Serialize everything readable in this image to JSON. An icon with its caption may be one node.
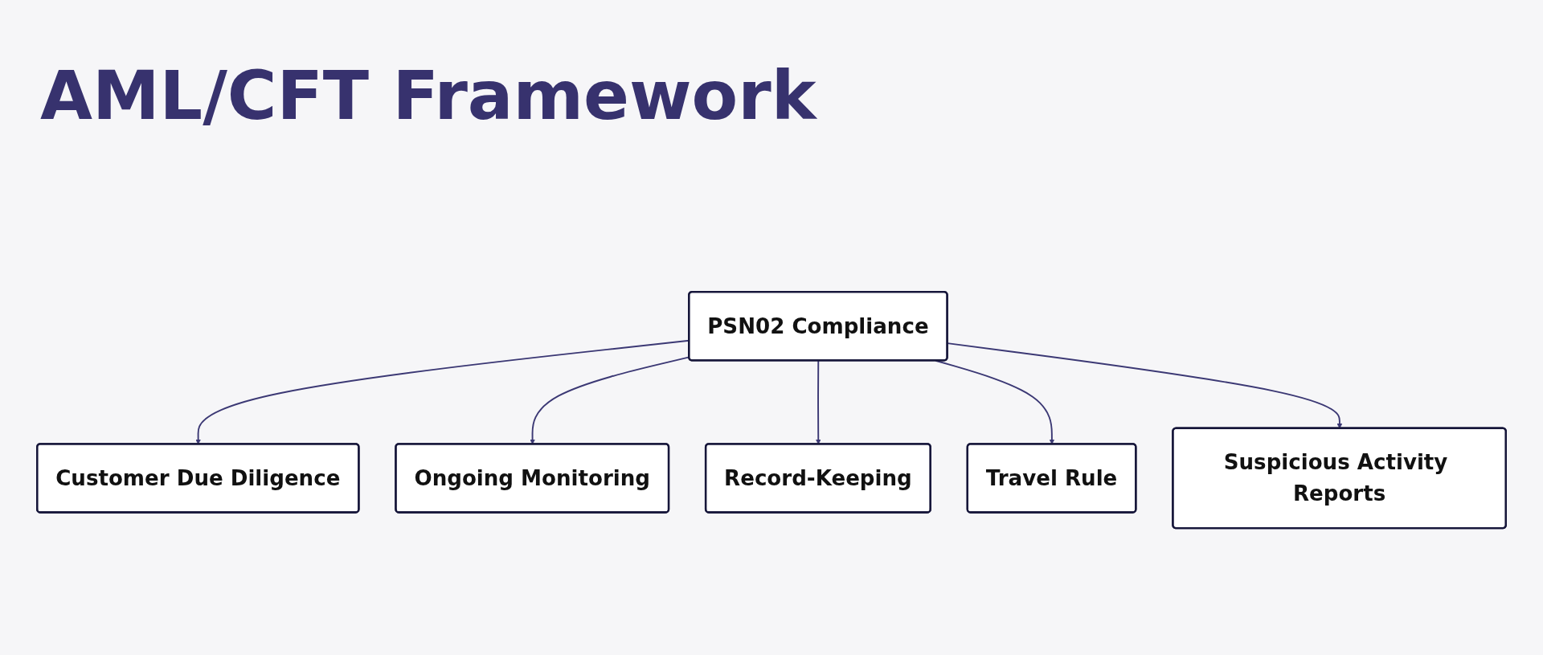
{
  "diagram": {
    "title": "AML/CFT Framework",
    "nodes": [
      {
        "text": [
          "Customer Due Diligence"
        ]
      },
      {
        "text": [
          "PSN02 Compliance"
        ]
      },
      {
        "text": [
          "Ongoing Monitoring"
        ]
      },
      {
        "text": [
          "Record-Keeping"
        ]
      },
      {
        "text": [
          "Travel Rule"
        ]
      },
      {
        "text": [
          "Suspicious Activity Reports"
        ]
      }
    ],
    "edges": [
      {
        "from": 1,
        "to": 0,
        "arrow": "to"
      },
      {
        "from": 1,
        "to": 2,
        "arrow": "to"
      },
      {
        "from": 1,
        "to": 3,
        "arrow": "to"
      },
      {
        "from": 1,
        "to": 4,
        "arrow": "to"
      },
      {
        "from": 1,
        "to": 5,
        "arrow": "to"
      }
    ]
  }
}
